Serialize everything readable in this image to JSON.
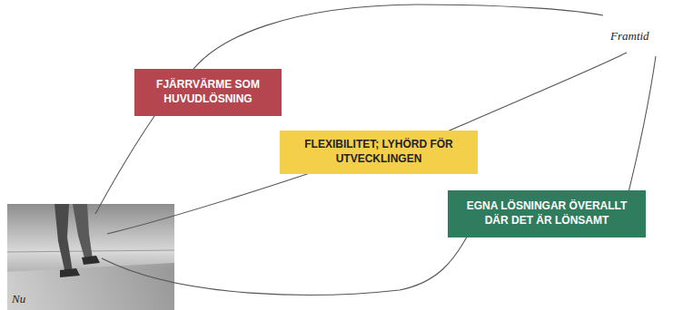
{
  "diagram": {
    "nodes": [
      {
        "text": [
          "FJÄRRVÄRME SOM HUVUDLÖSNING"
        ]
      },
      {
        "text": [
          "FLEXIBILITET; LYHÖRD FÖR UTVECKLINGEN"
        ]
      },
      {
        "text": [
          "EGNA LÖSNINGAR ÖVERALLT DÄR DET ÄR LÖNSAMT"
        ]
      }
    ],
    "labels": [
      "Framtid",
      "Nu"
    ]
  }
}
